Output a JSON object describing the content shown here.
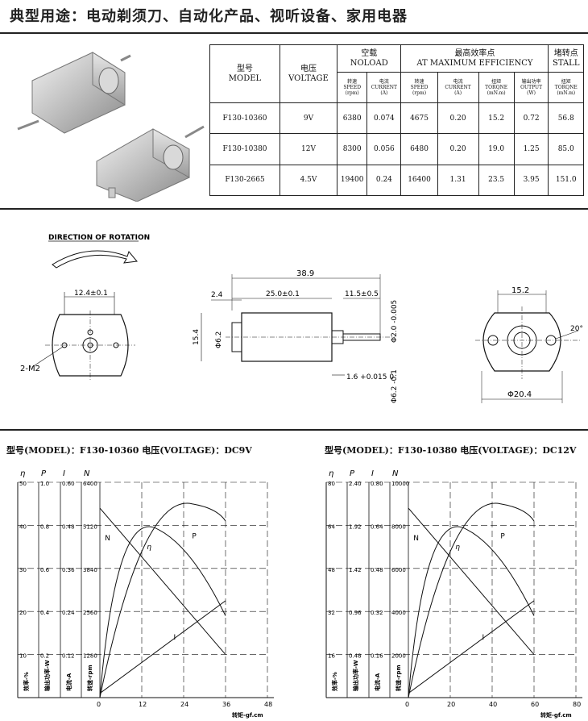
{
  "header": {
    "title": "典型用途：电动剃须刀、自动化产品、视听设备、家用电器"
  },
  "table": {
    "model_label_cn": "型号",
    "model_label_en": "MODEL",
    "voltage_label_cn": "电压",
    "voltage_label_en": "VOLTAGE",
    "noload_cn": "空载",
    "noload_en": "NOLOAD",
    "eff_cn": "最高效率点",
    "eff_en": "AT MAXIMUM EFFICIENCY",
    "stall_cn": "堵转点",
    "stall_en": "STALL",
    "sub": [
      {
        "cn": "转速",
        "en": "SPEED",
        "unit": "(rpm)"
      },
      {
        "cn": "电流",
        "en": "CURRENT",
        "unit": "(A)"
      },
      {
        "cn": "转速",
        "en": "SPEED",
        "unit": "(rpm)"
      },
      {
        "cn": "电流",
        "en": "CURRENT",
        "unit": "(A)"
      },
      {
        "cn": "扭矩",
        "en": "TORQNE",
        "unit": "(mN.m)"
      },
      {
        "cn": "输出功率",
        "en": "OUTPUT",
        "unit": "(W)"
      },
      {
        "cn": "扭矩",
        "en": "TORQNE",
        "unit": "(mN.m)"
      }
    ],
    "rows": [
      {
        "model": "F130-10360",
        "voltage": "9V",
        "cells": [
          "6380",
          "0.074",
          "4675",
          "0.20",
          "15.2",
          "0.72",
          "56.8"
        ]
      },
      {
        "model": "F130-10380",
        "voltage": "12V",
        "cells": [
          "8300",
          "0.056",
          "6480",
          "0.20",
          "19.0",
          "1.25",
          "85.0"
        ]
      },
      {
        "model": "F130-2665",
        "voltage": "4.5V",
        "cells": [
          "19400",
          "0.24",
          "16400",
          "1.31",
          "23.5",
          "3.95",
          "151.0"
        ]
      }
    ]
  },
  "drawings": {
    "rotation_label": "DIRECTION OF ROTATION",
    "front": {
      "dim_top": "12.4±0.1",
      "hole_label": "2-M2"
    },
    "side": {
      "dim_total": "38.9",
      "dim_flange": "2.4",
      "dim_body": "25.0±0.1",
      "dim_shaft": "11.5±0.5",
      "dim_shaft_dia": "Φ2.0 -0.005",
      "dim_height": "15.4",
      "dim_boss": "Φ6.2",
      "dim_step": "1.6 +0.015 0",
      "dim_boss2": "Φ6.2 -0.1"
    },
    "rear": {
      "dim_top": "15.2",
      "dim_angle": "20°",
      "dim_dia": "Φ20.4"
    }
  },
  "charts": [
    {
      "title": "型号(MODEL)：F130-10360     电压(VOLTAGE)：DC9V",
      "axis_headers": [
        "η",
        "P",
        "I",
        "N"
      ],
      "axis_names": [
        "效率-%",
        "输出功率-W",
        "电流-A",
        "转速-rpm"
      ],
      "x_label": "转矩-gf.cm",
      "x_ticks": [
        "0",
        "12",
        "24",
        "36",
        "48"
      ],
      "scales": [
        [
          "10",
          "20",
          "30",
          "40",
          "50"
        ],
        [
          "0.2",
          "0.4",
          "0.6",
          "0.8",
          "1.0"
        ],
        [
          "0.12",
          "0.24",
          "0.36",
          "0.48",
          "0.60"
        ],
        [
          "1280",
          "2560",
          "3840",
          "5120",
          "6400"
        ]
      ],
      "curve_labels": [
        "N",
        "η",
        "P",
        "I"
      ]
    },
    {
      "title": "型号(MODEL)：F130-10380     电压(VOLTAGE)：DC12V",
      "axis_headers": [
        "η",
        "P",
        "I",
        "N"
      ],
      "axis_names": [
        "效率-%",
        "输出功率-W",
        "电流-A",
        "转速-rpm"
      ],
      "x_label": "转矩-gf.cm",
      "x_ticks": [
        "0",
        "20",
        "40",
        "60",
        "80"
      ],
      "scales": [
        [
          "16",
          "32",
          "48",
          "64",
          "80"
        ],
        [
          "0.48",
          "0.96",
          "1.42",
          "1.92",
          "2.40"
        ],
        [
          "0.16",
          "0.32",
          "0.48",
          "0.64",
          "0.80"
        ],
        [
          "2000",
          "4000",
          "6000",
          "8000",
          "10000"
        ]
      ],
      "curve_labels": [
        "N",
        "η",
        "P",
        "I"
      ]
    }
  ]
}
